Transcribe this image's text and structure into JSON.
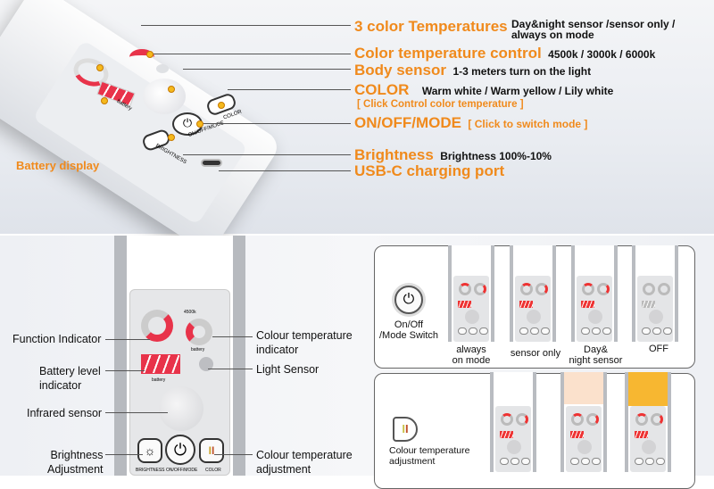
{
  "top": {
    "features": [
      {
        "title": "3 color Temperatures",
        "desc": "Day&night sensor /sensor only /",
        "desc2": "always on mode"
      },
      {
        "title": "Color temperature control",
        "desc": "4500k / 3000k / 6000k"
      },
      {
        "title": "Body sensor",
        "desc": "1-3 meters turn on the light"
      },
      {
        "title": "COLOR",
        "desc": "Warm white / Warm yellow / Lily white",
        "note": "[ Click Control color temperature ]"
      },
      {
        "title": "ON/OFF/MODE",
        "note": "[ Click to switch mode ]"
      },
      {
        "title": "Brightness",
        "desc": "Brightness 100%-10%"
      },
      {
        "title": "USB-C charging port"
      }
    ],
    "battery_display": "Battery display",
    "device_labels": {
      "battery": "battery",
      "brightness": "BRIGHTNESS",
      "onoff": "ON/OFF/MODE",
      "color": "COLOR"
    }
  },
  "diagram": {
    "left_labels": {
      "function": "Function Indicator",
      "battery1": "Battery level",
      "battery2": "indicator",
      "infrared": "Infrared sensor",
      "brightness1": "Brightness",
      "brightness2": "Adjustment"
    },
    "right_labels": {
      "colortemp1": "Colour temperature",
      "colortemp2": "indicator",
      "light": "Light Sensor",
      "adj1": "Colour temperature",
      "adj2": "adjustment"
    },
    "panel_text": {
      "k4500": "4500k",
      "battery": "battery",
      "battery2": "battery",
      "brightness": "BRIGHTNESS",
      "onoff": "ON/OFF/MODE",
      "color": "COLOR"
    }
  },
  "modes": {
    "switch_label1": "On/Off",
    "switch_label2": "/Mode Switch",
    "items": [
      {
        "l1": "always",
        "l2": "on mode"
      },
      {
        "l1": "sensor only",
        "l2": ""
      },
      {
        "l1": "Day&",
        "l2": "night sensor"
      },
      {
        "l1": "OFF",
        "l2": ""
      }
    ]
  },
  "colortemp": {
    "label1": "Colour temperature",
    "label2": "adjustment"
  },
  "colors": {
    "accent": "#f08a1c",
    "indicator": "#e8334a",
    "warm": "#f7b731"
  }
}
